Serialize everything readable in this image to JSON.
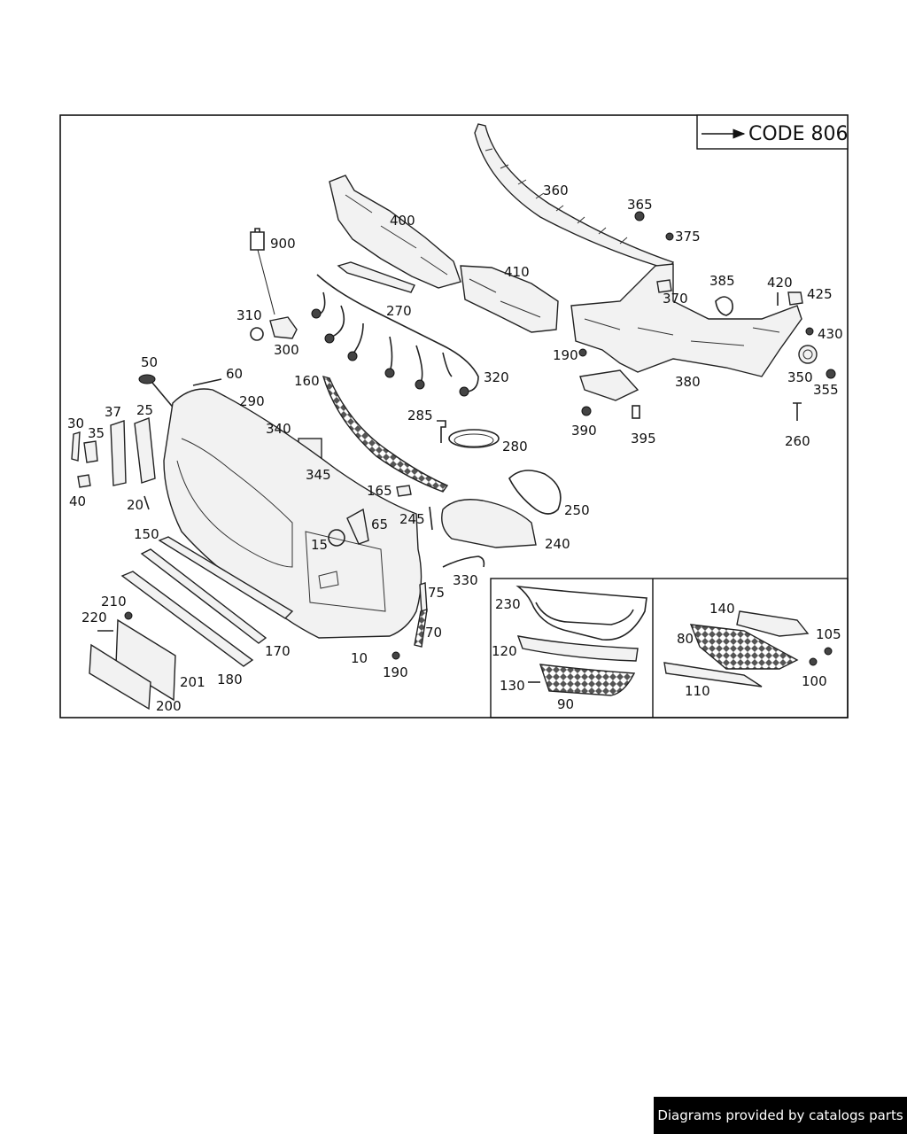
{
  "code_box": {
    "label": "CODE 806"
  },
  "callouts": [
    {
      "id": "c360",
      "text": "360"
    },
    {
      "id": "c365",
      "text": "365"
    },
    {
      "id": "c375",
      "text": "375"
    },
    {
      "id": "c400",
      "text": "400"
    },
    {
      "id": "c900",
      "text": "900"
    },
    {
      "id": "c410",
      "text": "410"
    },
    {
      "id": "c385",
      "text": "385"
    },
    {
      "id": "c420",
      "text": "420"
    },
    {
      "id": "c425",
      "text": "425"
    },
    {
      "id": "c370",
      "text": "370"
    },
    {
      "id": "c430",
      "text": "430"
    },
    {
      "id": "c310",
      "text": "310"
    },
    {
      "id": "c270",
      "text": "270"
    },
    {
      "id": "c300",
      "text": "300"
    },
    {
      "id": "c190a",
      "text": "190"
    },
    {
      "id": "c380",
      "text": "380"
    },
    {
      "id": "c350",
      "text": "350"
    },
    {
      "id": "c355",
      "text": "355"
    },
    {
      "id": "c50",
      "text": "50"
    },
    {
      "id": "c60",
      "text": "60"
    },
    {
      "id": "c160",
      "text": "160"
    },
    {
      "id": "c320",
      "text": "320"
    },
    {
      "id": "c290",
      "text": "290"
    },
    {
      "id": "c285",
      "text": "285"
    },
    {
      "id": "c390",
      "text": "390"
    },
    {
      "id": "c395",
      "text": "395"
    },
    {
      "id": "c260",
      "text": "260"
    },
    {
      "id": "c30",
      "text": "30"
    },
    {
      "id": "c37",
      "text": "37"
    },
    {
      "id": "c25",
      "text": "25"
    },
    {
      "id": "c35",
      "text": "35"
    },
    {
      "id": "c340",
      "text": "340"
    },
    {
      "id": "c280",
      "text": "280"
    },
    {
      "id": "c345",
      "text": "345"
    },
    {
      "id": "c40",
      "text": "40"
    },
    {
      "id": "c165",
      "text": "165"
    },
    {
      "id": "c20",
      "text": "20"
    },
    {
      "id": "c250",
      "text": "250"
    },
    {
      "id": "c245",
      "text": "245"
    },
    {
      "id": "c65",
      "text": "65"
    },
    {
      "id": "c150",
      "text": "150"
    },
    {
      "id": "c15",
      "text": "15"
    },
    {
      "id": "c240",
      "text": "240"
    },
    {
      "id": "c330",
      "text": "330"
    },
    {
      "id": "c230",
      "text": "230"
    },
    {
      "id": "c75",
      "text": "75"
    },
    {
      "id": "c210",
      "text": "210"
    },
    {
      "id": "c140",
      "text": "140"
    },
    {
      "id": "c220",
      "text": "220"
    },
    {
      "id": "c70",
      "text": "70"
    },
    {
      "id": "c105",
      "text": "105"
    },
    {
      "id": "c80",
      "text": "80"
    },
    {
      "id": "c170",
      "text": "170"
    },
    {
      "id": "c120",
      "text": "120"
    },
    {
      "id": "c10",
      "text": "10"
    },
    {
      "id": "c190b",
      "text": "190"
    },
    {
      "id": "c201",
      "text": "201"
    },
    {
      "id": "c180",
      "text": "180"
    },
    {
      "id": "c130",
      "text": "130"
    },
    {
      "id": "c100",
      "text": "100"
    },
    {
      "id": "c110",
      "text": "110"
    },
    {
      "id": "c200",
      "text": "200"
    },
    {
      "id": "c90",
      "text": "90"
    }
  ],
  "footer": {
    "credit": "Diagrams provided by catalogs parts"
  }
}
